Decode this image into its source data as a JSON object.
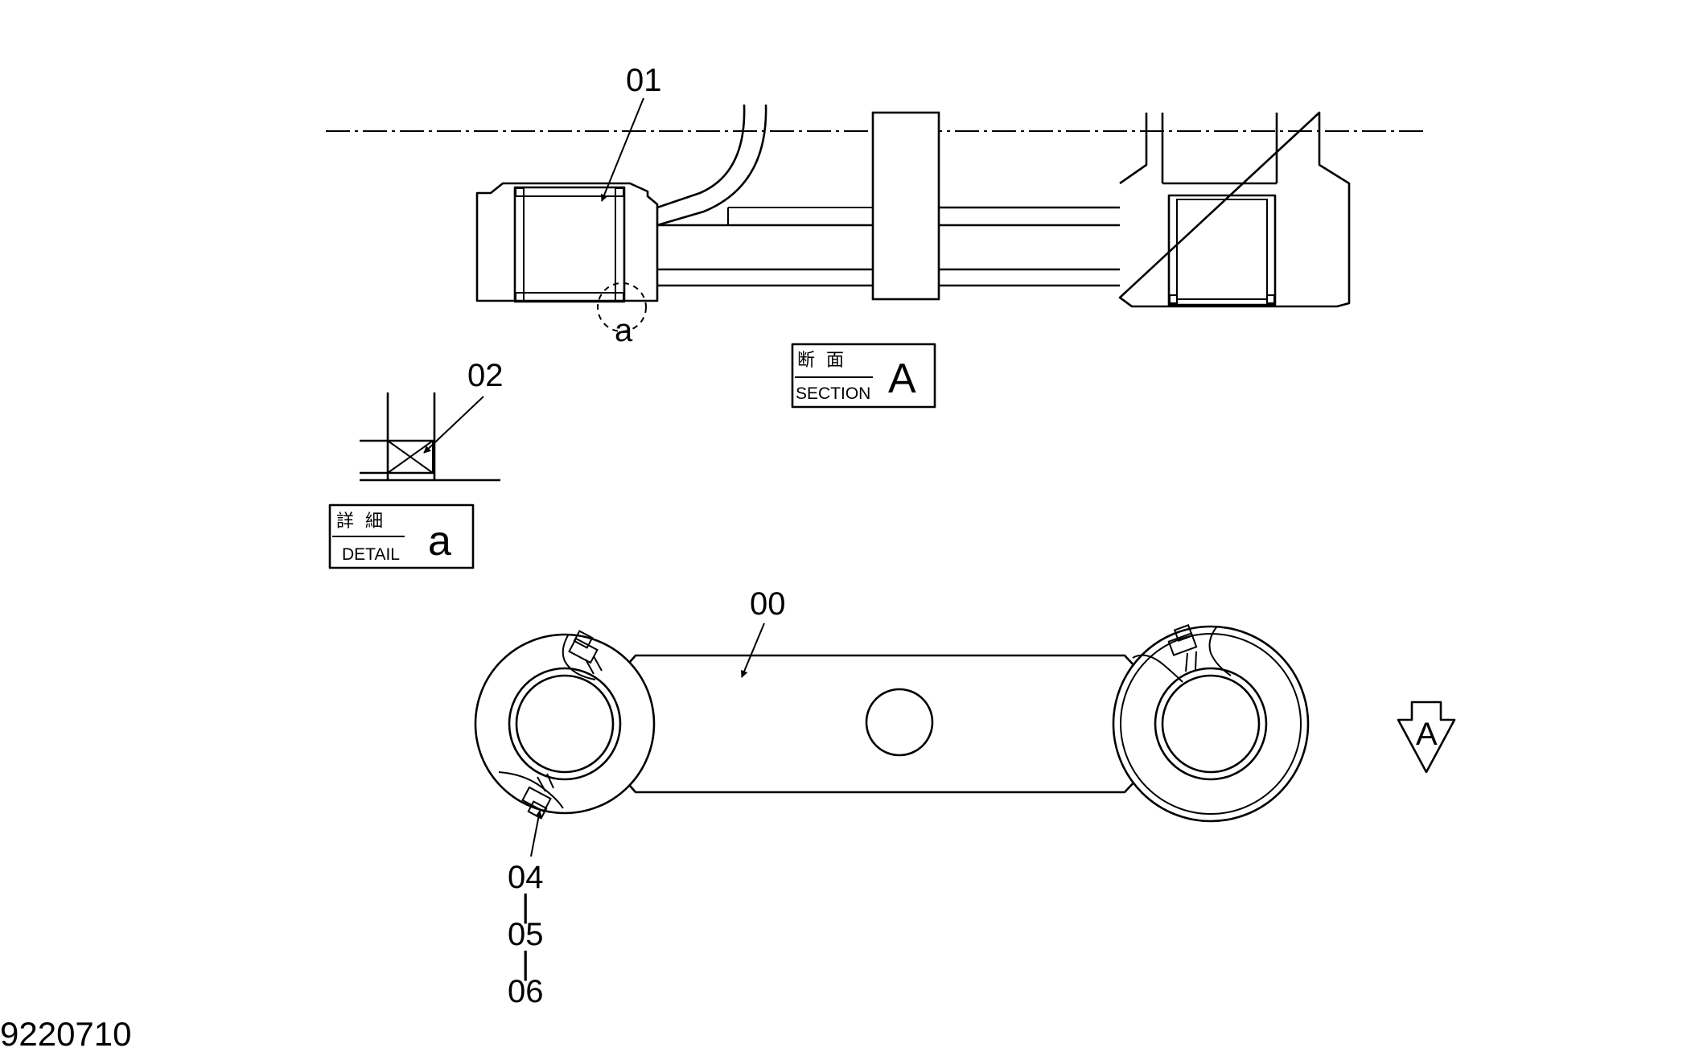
{
  "callouts": {
    "part_00": "00",
    "part_01": "01",
    "part_02": "02",
    "part_04": "04",
    "part_05": "05",
    "part_06": "06",
    "separator_1": "|",
    "separator_2": "|"
  },
  "section_label": {
    "jp": "断面",
    "en": "SECTION",
    "letter": "A"
  },
  "detail_label": {
    "jp": "詳細",
    "en": "DETAIL",
    "letter": "a"
  },
  "detail_marker": "a",
  "view_arrow_letter": "A",
  "drawing_number": "9220710"
}
